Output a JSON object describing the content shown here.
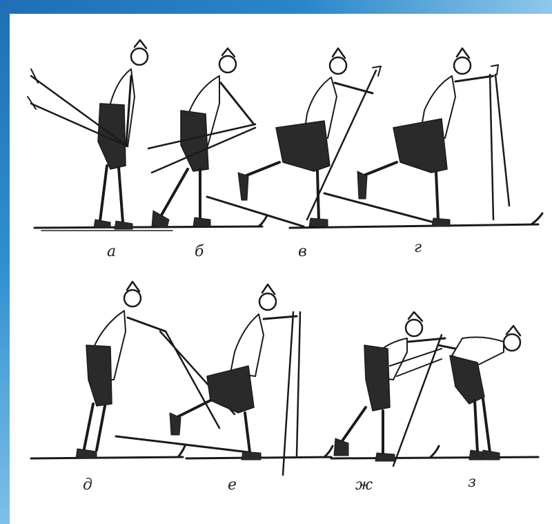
{
  "labels": {
    "a": "а",
    "b": "б",
    "v": "в",
    "g": "г",
    "d": "д",
    "e": "е",
    "zh": "ж",
    "z": "з"
  },
  "colors": {
    "frame": "#1f6fb6",
    "frame_light": "#8fc8ea",
    "ink": "#1a1a1a"
  }
}
